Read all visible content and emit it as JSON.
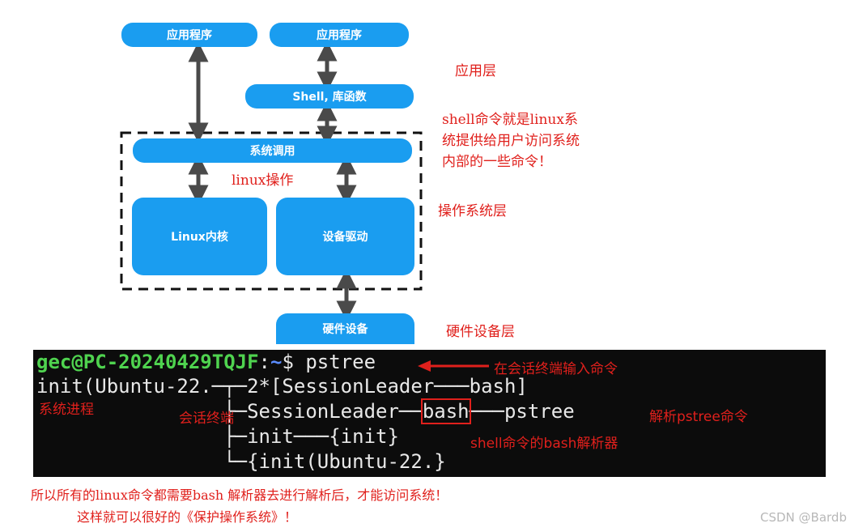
{
  "diagram": {
    "app1": "应用程序",
    "app2": "应用程序",
    "shell": "Shell, 库函数",
    "syscall": "系统调用",
    "kernel": "Linux内核",
    "driver": "设备驱动",
    "hardware": "硬件设备",
    "linux_op": "linux操作"
  },
  "layers": {
    "app_layer": "应用层",
    "shell_note_1": "shell命令就是linux系",
    "shell_note_2": "统提供给用户访问系统",
    "shell_note_3": "内部的一些命令！",
    "os_layer": "操作系统层",
    "hw_layer": "硬件设备层"
  },
  "terminal": {
    "prompt_user": "gec@PC-20240429TQJF",
    "prompt_sep": ":",
    "prompt_path": "~",
    "prompt_dollar": "$ ",
    "command": "pstree",
    "line2": "init(Ubuntu-22.─┬─2*[SessionLeader───bash]",
    "line3_a": "                ├─SessionLeader──",
    "line3_bash": "bash",
    "line3_b": "───pstree",
    "line4": "                ├─init───{init}",
    "line5": "                └─{init(Ubuntu-22.}"
  },
  "annotations": {
    "input_cmd": "在会话终端输入命令",
    "sys_process": "系统进程",
    "session_term": "会话终端",
    "parse_pstree": "解析pstree命令",
    "bash_parser": "shell命令的bash解析器"
  },
  "footer": {
    "line1": "所以所有的linux命令都需要bash 解析器去进行解析后，才能访问系统！",
    "line2": "这样就可以很好的《保护操作系统》！"
  },
  "watermark": "CSDN @Bardb",
  "colors": {
    "accent_blue": "#1a9df0",
    "annotation_red": "#e0201c",
    "terminal_bg": "#0c0c0c",
    "prompt_green": "#4fd34f",
    "prompt_blue": "#5b8cff"
  }
}
